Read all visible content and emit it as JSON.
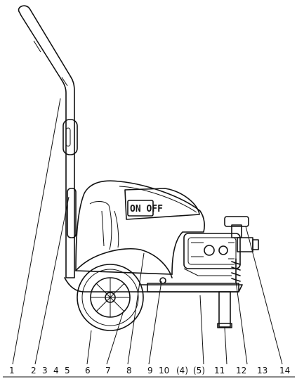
{
  "panel": {
    "switch_text": "ON OFF"
  },
  "callouts": [
    {
      "id": "1",
      "text": "1"
    },
    {
      "id": "2",
      "text": "2"
    },
    {
      "id": "3",
      "text": "3"
    },
    {
      "id": "4",
      "text": "4"
    },
    {
      "id": "5",
      "text": "5"
    },
    {
      "id": "6",
      "text": "6"
    },
    {
      "id": "7",
      "text": "7"
    },
    {
      "id": "8",
      "text": "8"
    },
    {
      "id": "9",
      "text": "9"
    },
    {
      "id": "10",
      "text": "10"
    },
    {
      "id": "p4",
      "text": "(4)"
    },
    {
      "id": "p5",
      "text": "(5)"
    },
    {
      "id": "11",
      "text": "11"
    },
    {
      "id": "12",
      "text": "12"
    },
    {
      "id": "13",
      "text": "13"
    },
    {
      "id": "14",
      "text": "14"
    }
  ]
}
